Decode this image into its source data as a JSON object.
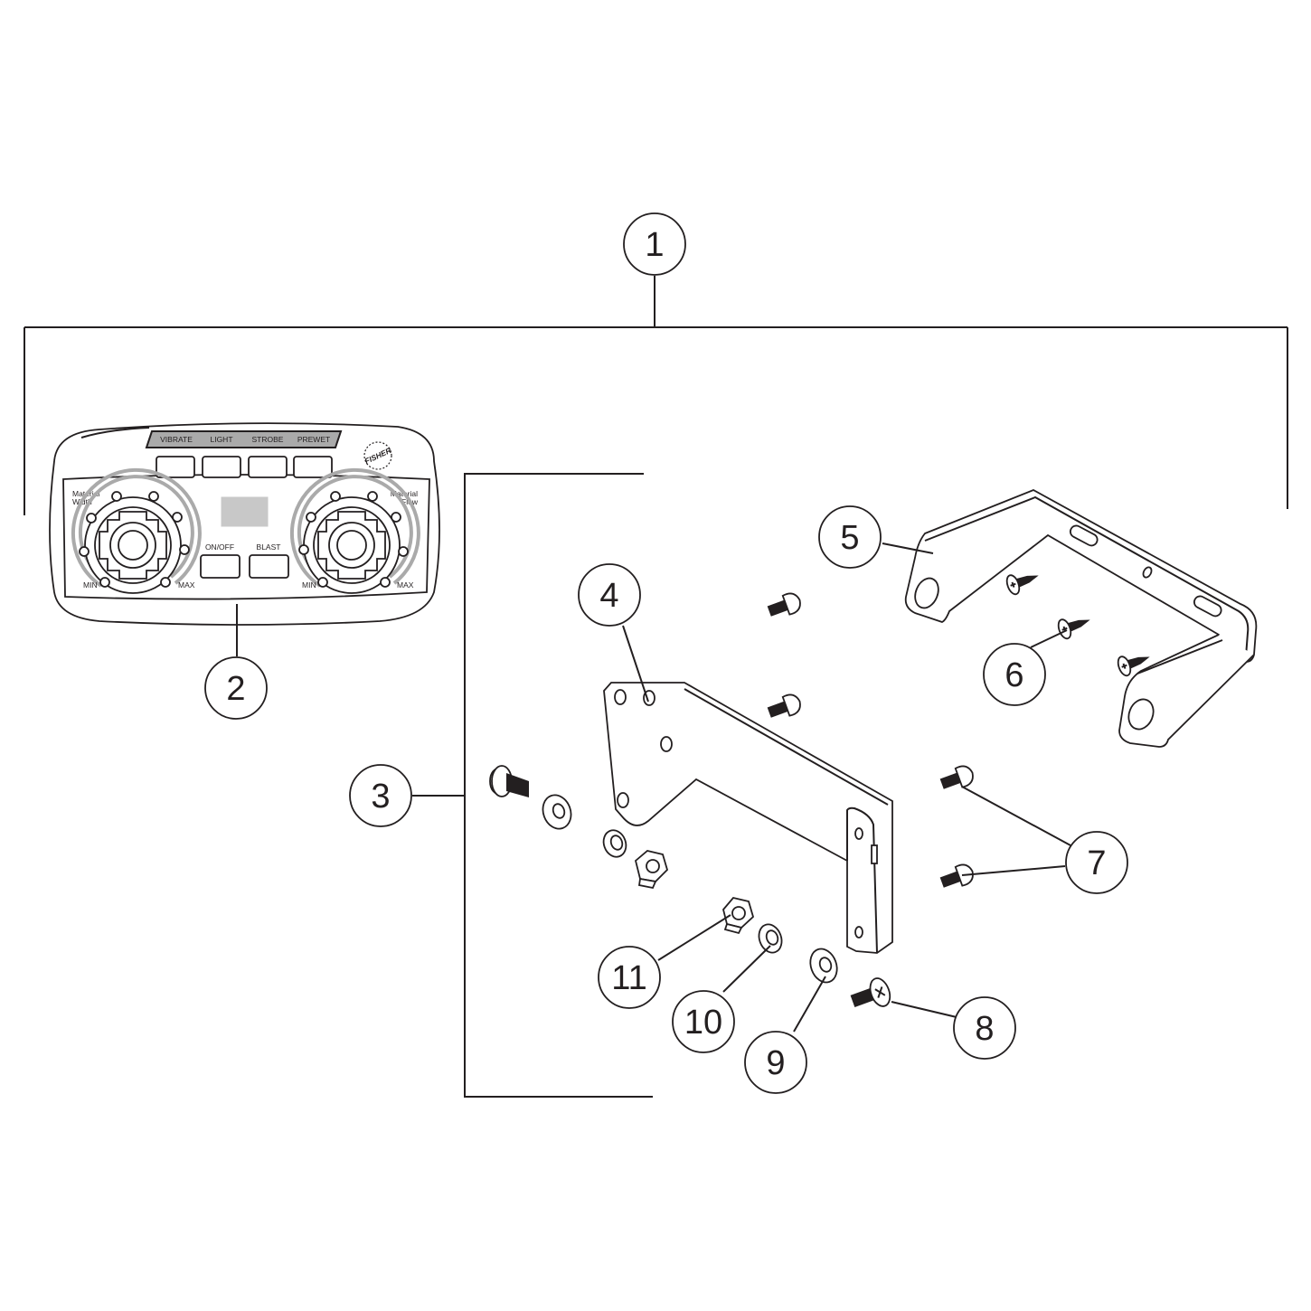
{
  "callouts": [
    "1",
    "2",
    "3",
    "4",
    "5",
    "6",
    "7",
    "8",
    "9",
    "10",
    "11"
  ],
  "controller": {
    "function_buttons": [
      "VIBRATE",
      "LIGHT",
      "STROBE",
      "PREWET"
    ],
    "left_dial": {
      "label_line1": "Material",
      "label_line2": "Width",
      "min": "MIN",
      "max": "MAX"
    },
    "right_dial": {
      "label_line1": "Material",
      "label_line2": "Flow",
      "min": "MIN",
      "max": "MAX"
    },
    "center_buttons": [
      "ON/OFF",
      "BLAST"
    ],
    "logo_text": "FISHER"
  },
  "colors": {
    "ink": "#231f20",
    "grey": "#aaaaaa",
    "display": "#c8c8c8"
  }
}
